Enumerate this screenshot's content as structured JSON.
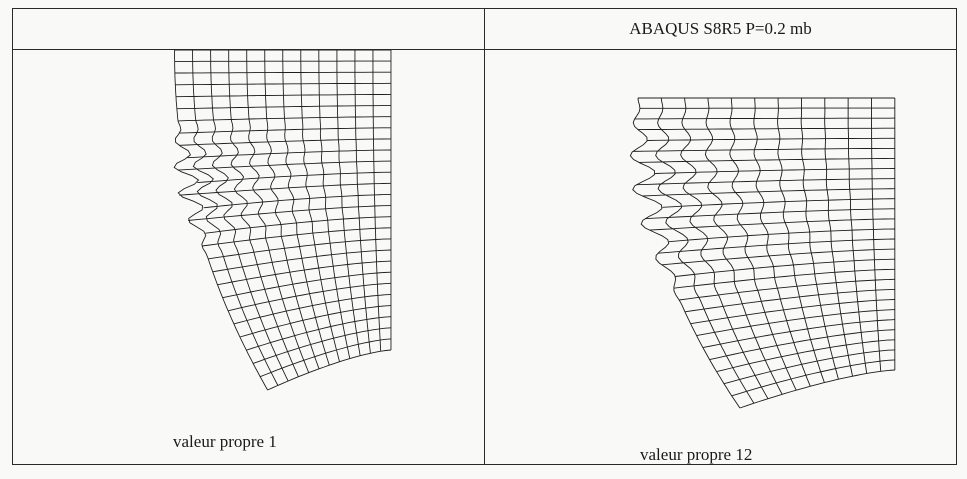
{
  "table": {
    "header_left": "",
    "header_right": "ABAQUS S8R5 P=0.2 mb"
  },
  "panels": [
    {
      "caption": "valeur propre 1",
      "mesh": {
        "rows": 27,
        "cols": 12,
        "waves": 5,
        "wave_band": [
          0.22,
          0.62
        ]
      }
    },
    {
      "caption": "valeur propre 12",
      "mesh": {
        "rows": 27,
        "cols": 11,
        "waves": 6,
        "wave_band": [
          0.0,
          0.68
        ]
      }
    }
  ]
}
